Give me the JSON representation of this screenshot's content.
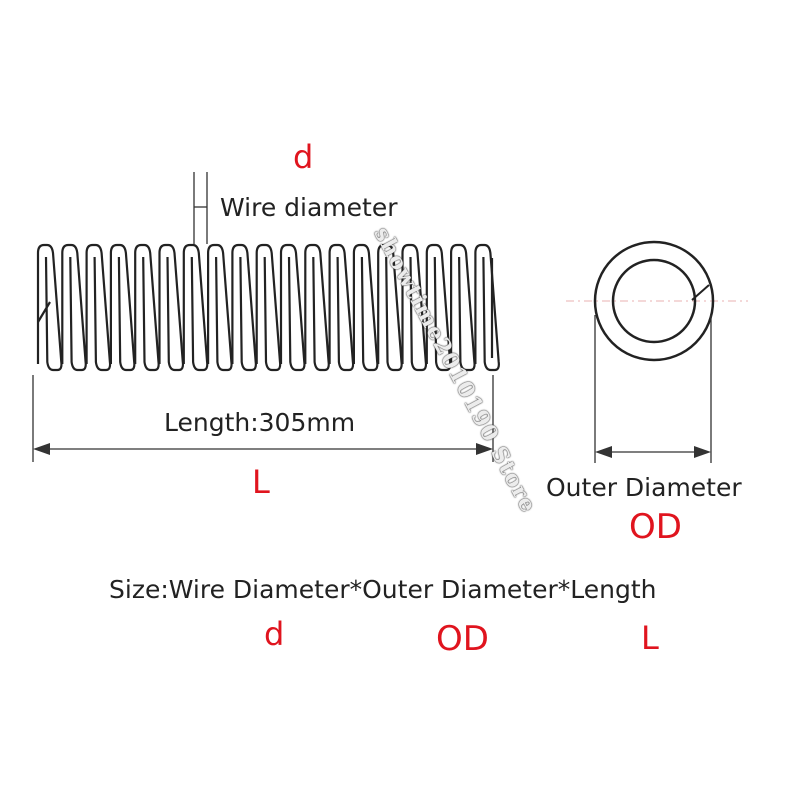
{
  "labels": {
    "wire_symbol": "d",
    "wire_label": "Wire diameter",
    "length_label": "Length:305mm",
    "length_symbol": "L",
    "outer_label": "Outer Diameter",
    "outer_symbol": "OD",
    "size_formula": "Size:Wire Diameter*Outer Diameter*Length",
    "formula_d": "d",
    "formula_od": "OD",
    "formula_l": "L"
  },
  "watermark": "showtime2010190 Store",
  "colors": {
    "symbol": "#e0141e",
    "line": "#222222",
    "centerline": "#e8b0b0"
  }
}
